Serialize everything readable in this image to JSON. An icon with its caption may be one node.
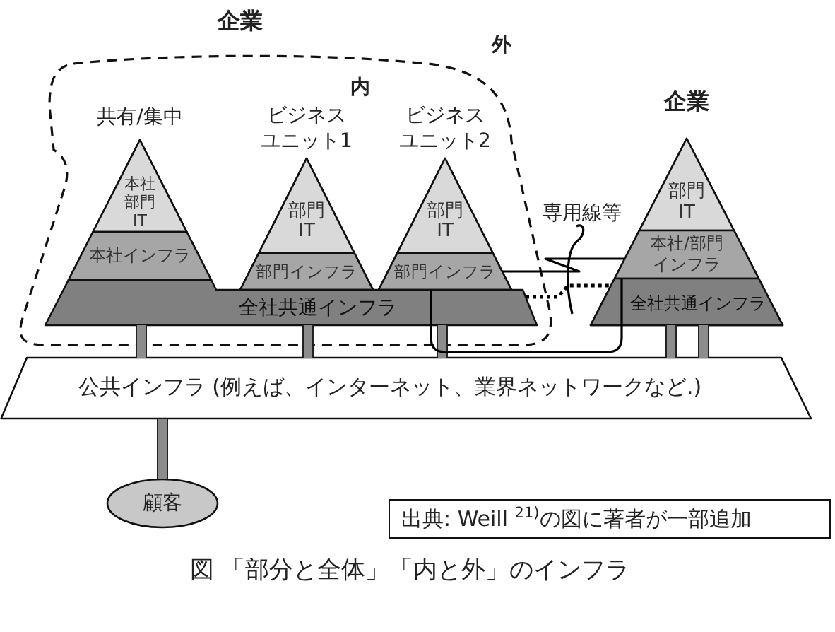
{
  "diagram": {
    "caption": "図 「部分と全体」「内と外」のインフラ",
    "nodes": [
      {
        "text": [
          "企業",
          "内"
        ]
      },
      {
        "text": [
          "共有/集中"
        ],
        "in": 0
      },
      {
        "text": [
          "本社部門IT"
        ],
        "in": 1
      },
      {
        "text": [
          "本社インフラ"
        ],
        "in": 1
      },
      {
        "text": [
          "ビジネスユニット1"
        ],
        "in": 0
      },
      {
        "text": [
          "部門IT"
        ],
        "in": 4
      },
      {
        "text": [
          "部門インフラ"
        ],
        "in": 4
      },
      {
        "text": [
          "ビジネスユニット2"
        ],
        "in": 0
      },
      {
        "text": [
          "部門IT"
        ],
        "in": 7
      },
      {
        "text": [
          "部門インフラ"
        ],
        "in": 7
      },
      {
        "text": [
          "全社共通インフラ"
        ],
        "in": 0
      },
      {
        "text": [
          "企業"
        ]
      },
      {
        "text": [
          "部門IT"
        ],
        "in": 11
      },
      {
        "text": [
          "本社/部門インフラ"
        ],
        "in": 11
      },
      {
        "text": [
          "全社共通インフラ"
        ],
        "in": 11
      },
      {
        "text": [
          "公共インフラ (例えば、インターネット、業界ネットワークなど.)"
        ]
      },
      {
        "text": [
          "顧客"
        ]
      },
      {
        "text": [
          "専用線等"
        ]
      },
      {
        "text": [
          "出典: Weill $^{21)}$の図に著者が一部追加"
        ]
      }
    ],
    "edges": [
      {
        "from": 10,
        "to": 15,
        "arrow": "none",
        "style": "thick"
      },
      {
        "from": 10,
        "to": 15,
        "arrow": "none",
        "style": "thick"
      },
      {
        "from": 10,
        "to": 15,
        "arrow": "none",
        "style": "thick"
      },
      {
        "from": 14,
        "to": 15,
        "arrow": "none",
        "style": "thick"
      },
      {
        "from": 14,
        "to": 15,
        "arrow": "none",
        "style": "thick"
      },
      {
        "from": 15,
        "to": 16,
        "arrow": "none",
        "style": "thick"
      },
      {
        "from": 9,
        "to": 13,
        "arrow": "none",
        "color": "#000000"
      },
      {
        "from": 10,
        "to": 14,
        "arrow": "none",
        "style": "dashed",
        "color": "#000000"
      },
      {
        "from": 10,
        "to": 14,
        "arrow": "none",
        "color": "#000000"
      },
      {
        "from": 17,
        "to": null,
        "arrow": "none",
        "color": "#000000"
      }
    ],
    "labels": [
      "外"
    ]
  }
}
